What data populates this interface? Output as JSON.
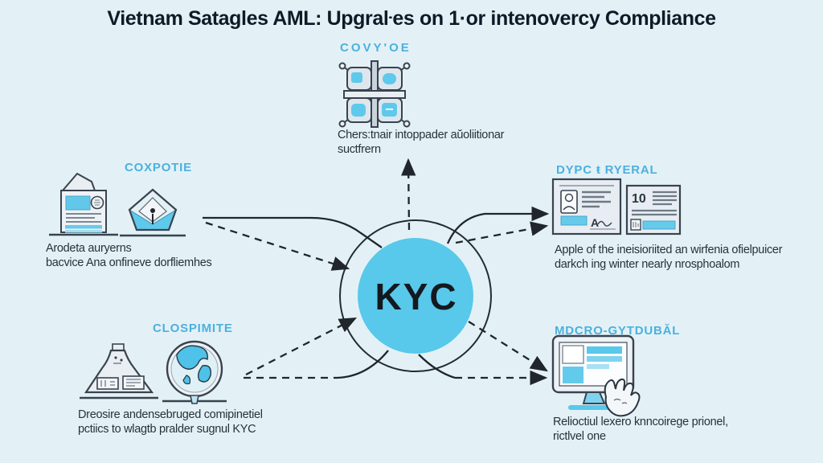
{
  "title": "Vietnam Satagles AML: Upgraŀes on 1·or intenovercy Compliance",
  "center": {
    "label": "KYC"
  },
  "sections": {
    "top_center": {
      "heading": "COVY'OE",
      "line1": "Chers:tnair intoppader aŭoliitionar",
      "line2": "suctfrern"
    },
    "top_left": {
      "heading": "COXPOTIE",
      "line1": "Arodeta auryerns",
      "line2": "bacvice Ana onfineve dorfliemhes"
    },
    "top_right": {
      "heading": "DYPC ŧ RYERAL",
      "line1": "Apple of the ineisioriited an wirfenia ofielpuicer",
      "line2": "darkch ing winter nearly nrosphoalom"
    },
    "bottom_left": {
      "heading": "CLOSPIMITE",
      "line1": "Dreosire andensebruged comipinetiel",
      "line2": "pctiics to wlagtb pralder sugnul KYC"
    },
    "bottom_right": {
      "heading": "MDCRO-GYTDUBĂL",
      "line1": "Relioctiul lexero knncoirege prionel,",
      "line2": "rictlvel one"
    }
  },
  "icon_text": {
    "invoice_number": "10",
    "id_card_signature": "A"
  },
  "icons": {
    "top_left": [
      "report-document-icon",
      "shield-icon"
    ],
    "top_center": [
      "blockchain-grid-icon"
    ],
    "top_right": [
      "id-card-icon",
      "invoice-icon"
    ],
    "bottom_left": [
      "bank-building-icon",
      "globe-icon"
    ],
    "bottom_right": [
      "monitor-hand-icon"
    ],
    "center": [
      "kyc-circle"
    ]
  },
  "colors": {
    "background": "#e3f1f6",
    "accent_blue": "#58c8eb",
    "heading_blue": "#4cb0e0",
    "title_dark": "#0e1b27",
    "caption_dark": "#28313b",
    "line_dark": "#20262c"
  }
}
